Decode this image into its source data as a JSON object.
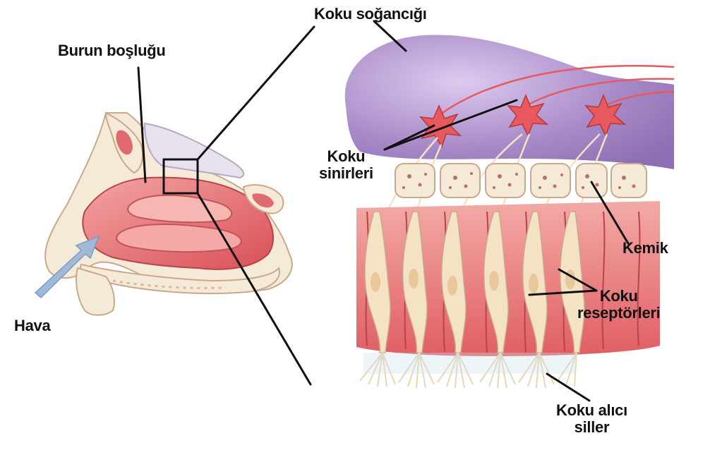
{
  "labels": {
    "koku_sogancigi": "Koku soğancığı",
    "burun_boslugu": "Burun boşluğu",
    "koku_sinirleri": [
      "Koku",
      "sinirleri"
    ],
    "kemik": "Kemik",
    "koku_reseptorleri": [
      "Koku",
      "reseptörleri"
    ],
    "hava": "Hava",
    "koku_alici_siller": [
      "Koku alıcı",
      "siller"
    ]
  },
  "colors": {
    "bulb": "#a98ac8",
    "bulb_light": "#c8b3e0",
    "nasal_tissue": "#e06a6f",
    "nasal_light": "#f2a5a3",
    "epithelium": "#d9545c",
    "receptor": "#f3e2c4",
    "bone": "#f4ead7",
    "bone_spots": "#b8735c",
    "neuron": "#e8595e",
    "arrow": "#9fb9d6",
    "line": "#111111"
  }
}
